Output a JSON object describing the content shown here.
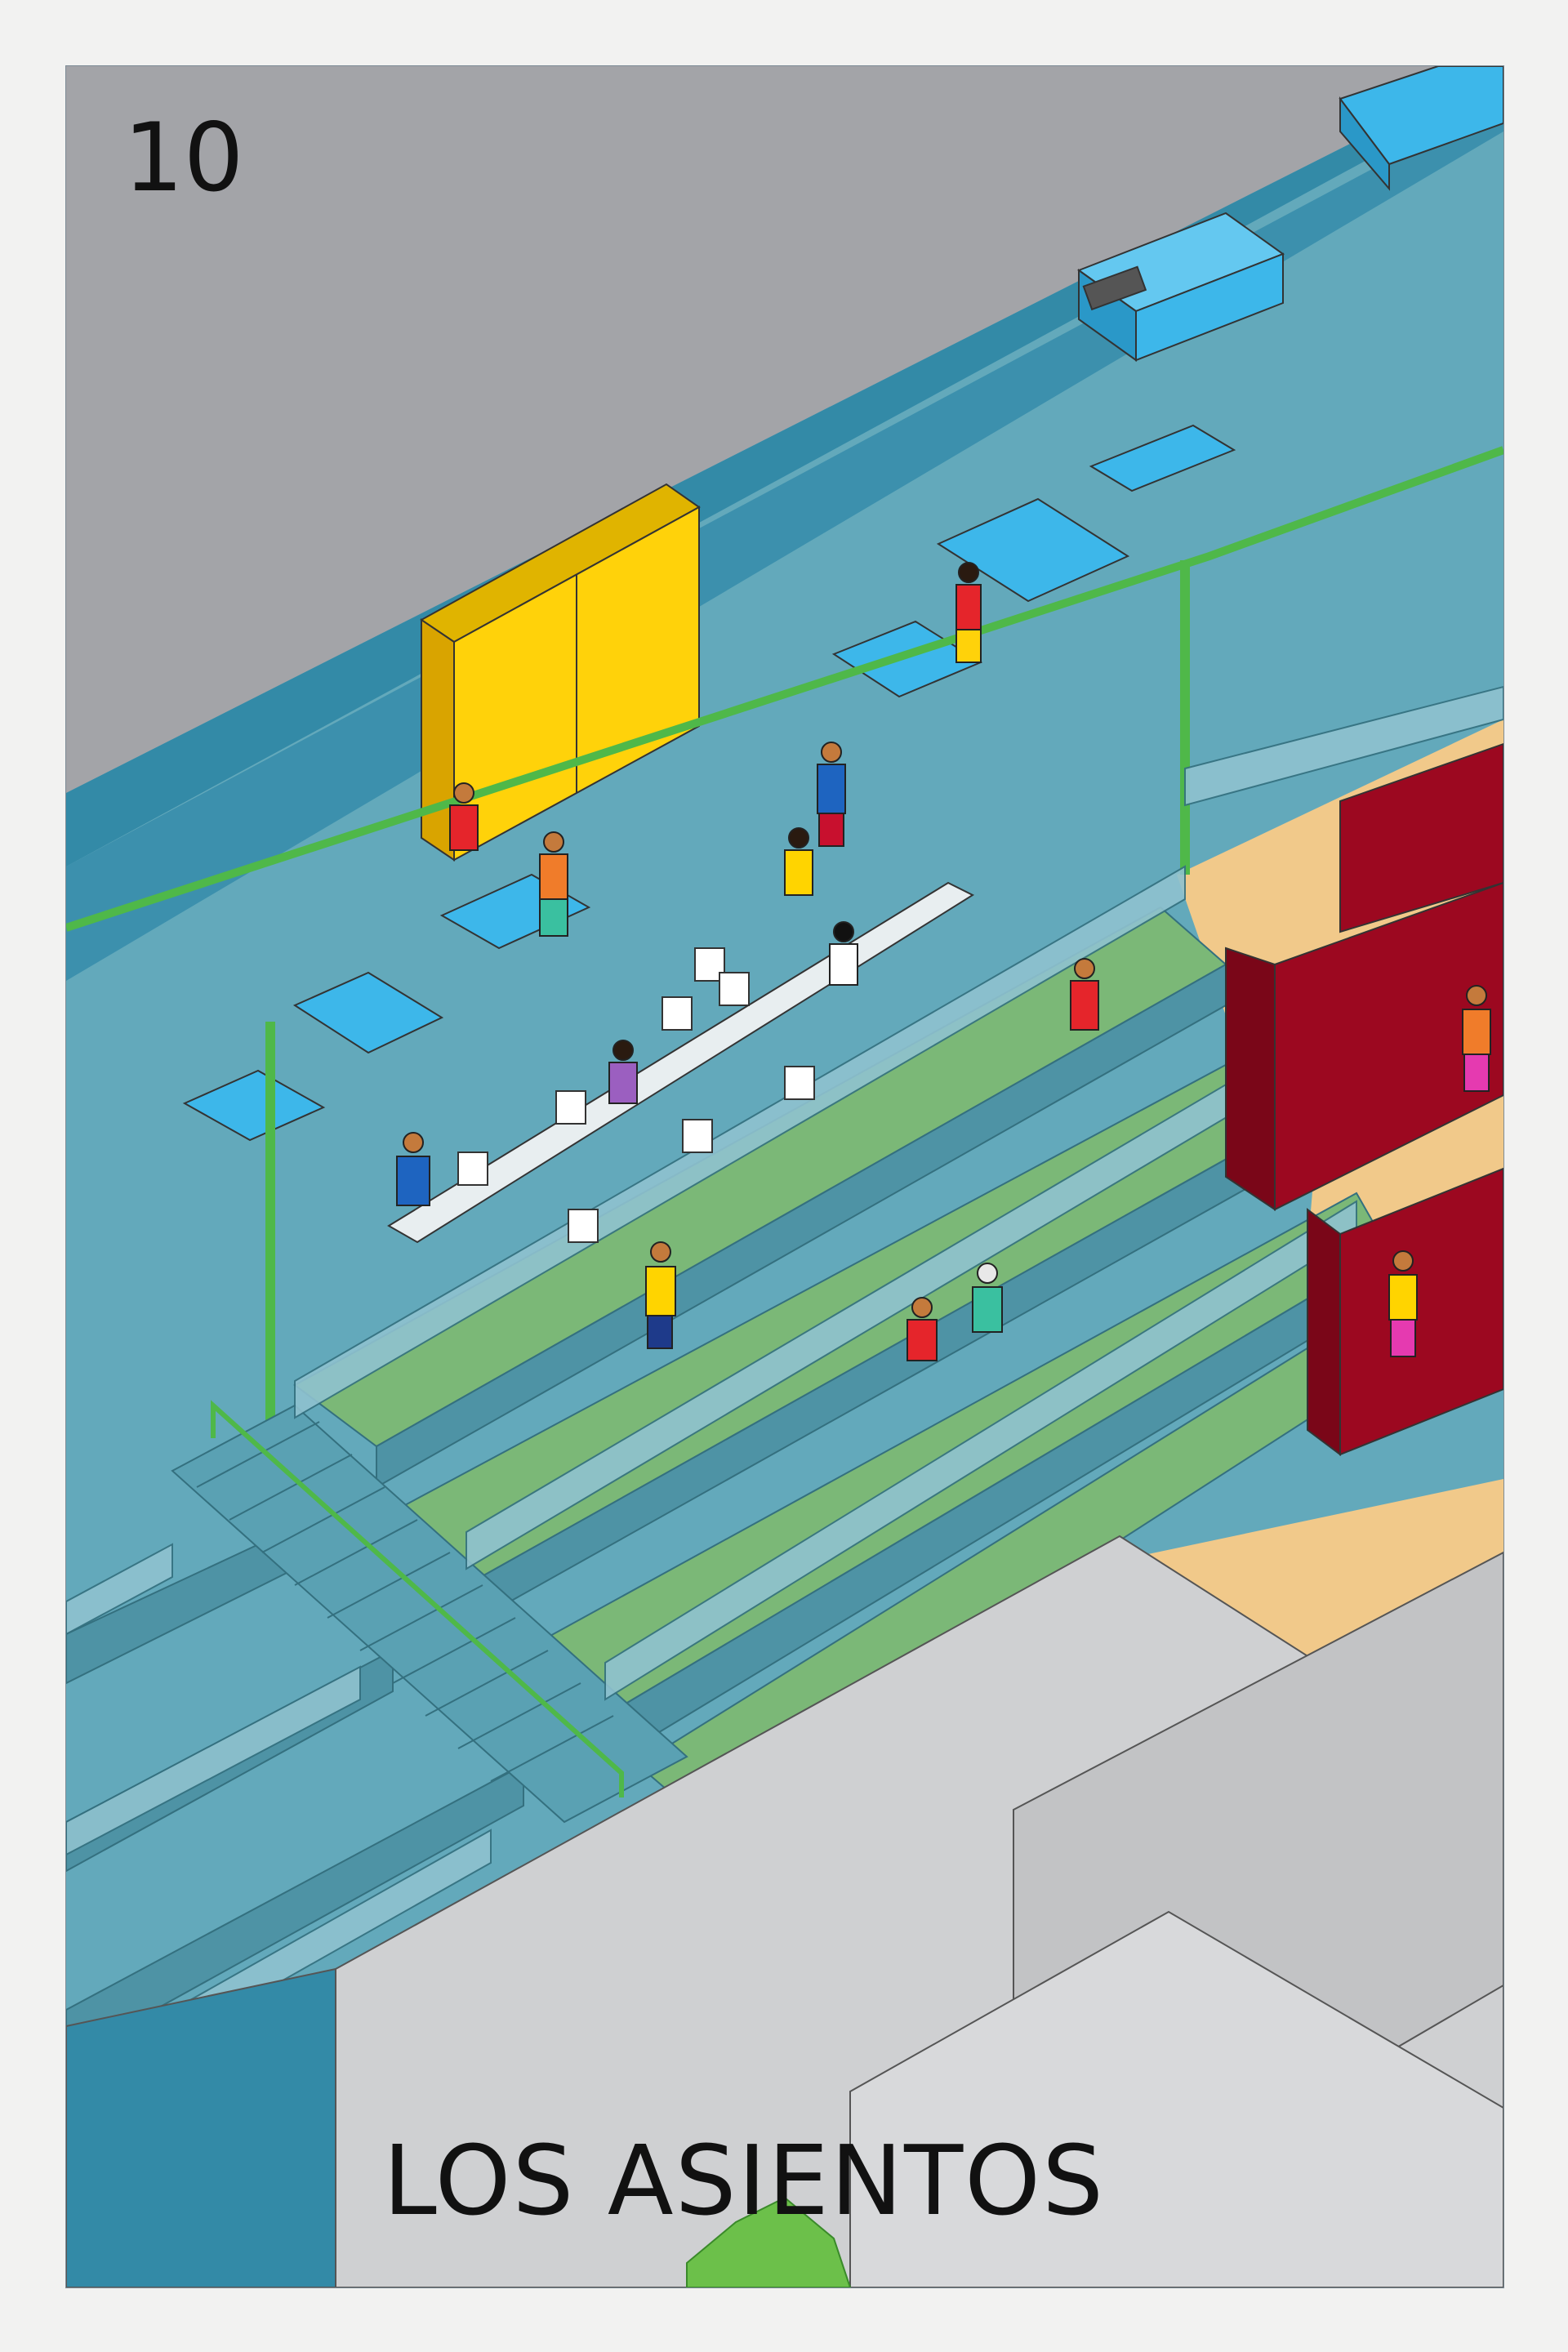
{
  "card": {
    "number": "10",
    "title": "LOS ASIENTOS"
  },
  "palette": {
    "frame": "#f2f2f1",
    "roof_gray": "#a3a4a8",
    "wall_blue": "#338aa7",
    "floor_teal": "#63a9bb",
    "step_green": "#7bb877",
    "railing_green": "#4fb849",
    "sand": "#f1c98a",
    "kiosk_red": "#9c0820",
    "table_blue": "#3db7ea",
    "cabinet_yellow": "#ffd20a",
    "building_gray": "#cfd0d2"
  },
  "icons": [
    "person-figure",
    "plastic-chair",
    "folding-table",
    "stove",
    "wrought-iron-railing",
    "tree-canopy"
  ]
}
